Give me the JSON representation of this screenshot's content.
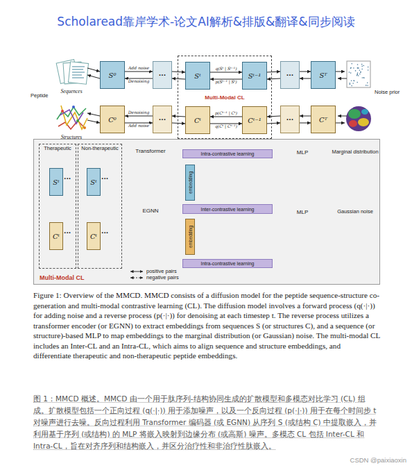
{
  "diagram": {
    "title": "Scholaread靠岸学术-论文AI解析&排版&翻译&同步阅读",
    "caption": "Figure 1: Overview of the MMCD. MMCD consists of a diffusion model for the peptide sequence-structure co-generation and multi-modal contrastive learning (CL). The diffusion model involves a forward process (q(·|·)) for adding noise and a reverse process (p(·|·)) for denoising at each timestep t. The reverse process utilizes a transformer encoder (or EGNN) to extract embeddings from sequences S (or structures C), and a sequence (or structure)-based MLP to map embeddings to the marginal distribution (or Gaussian) noise. The multi-modal CL includes an Inter-CL and an Intra-CL, which aims to align sequence and structure embeddings, and differentiate therapeutic and non-therapeutic peptide embeddings.",
    "nodes": [
      {
        "text": [
          "Sequences"
        ]
      },
      {
        "text": [
          "S⁰"
        ]
      },
      {
        "text": [
          "···"
        ]
      },
      {
        "text": [
          "Multi-Modal CL"
        ]
      },
      {
        "text": [
          "Sᵗ"
        ],
        "in": 3
      },
      {
        "text": [
          "Sᵗ⁻¹"
        ],
        "in": 3
      },
      {
        "text": [
          "···"
        ]
      },
      {
        "text": [
          "Sᵀ"
        ]
      },
      {
        "text": [
          "Structures"
        ]
      },
      {
        "text": [
          "C⁰"
        ]
      },
      {
        "text": [
          "···"
        ]
      },
      {
        "text": [
          "Cᵗ"
        ],
        "in": 3
      },
      {
        "text": [
          "Cᵗ⁻¹"
        ],
        "in": 3
      },
      {
        "text": [
          "···"
        ]
      },
      {
        "text": [
          "Cᵀ"
        ]
      },
      {
        "text": [
          "Multi-Modal CL"
        ]
      },
      {
        "text": [
          "Therapeutic"
        ],
        "in": 15
      },
      {
        "text": [
          "Sᵗ"
        ],
        "in": 16
      },
      {
        "text": [
          "Cᵗ"
        ],
        "in": 16
      },
      {
        "text": [
          "Non-therapeutic"
        ],
        "in": 15
      },
      {
        "text": [
          "Sᵗ"
        ],
        "in": 19
      },
      {
        "text": [
          "Cᵗ"
        ],
        "in": 19
      },
      {
        "text": [
          "Transformer"
        ],
        "in": 15
      },
      {
        "text": [
          "EGNN"
        ],
        "in": 15
      },
      {
        "text": [
          "Intra-contrastive learning"
        ],
        "in": 15
      },
      {
        "text": [
          "embedding"
        ],
        "in": 15
      },
      {
        "text": [
          "Inter-contrastive learning"
        ],
        "in": 15
      },
      {
        "text": [
          "embedding"
        ],
        "in": 15
      },
      {
        "text": [
          "Intra-contrastive learning"
        ],
        "in": 15
      },
      {
        "text": [
          "MLP"
        ],
        "in": 15
      },
      {
        "text": [
          "MLP"
        ],
        "in": 15
      },
      {
        "text": [
          "Marginal distribution"
        ],
        "in": 15
      },
      {
        "text": [
          "Gaussian noise"
        ],
        "in": 15
      }
    ],
    "edges": [
      {
        "from": 0,
        "to": 1,
        "arrow": "to"
      },
      {
        "from": 1,
        "to": 0,
        "arrow": "to"
      },
      {
        "from": 1,
        "to": 2,
        "arrow": "to",
        "label": "Add noise"
      },
      {
        "from": 2,
        "to": 1,
        "arrow": "to",
        "label": "Denoising"
      },
      {
        "from": 2,
        "to": 4,
        "arrow": "to"
      },
      {
        "from": 4,
        "to": 2,
        "arrow": "to"
      },
      {
        "from": 4,
        "to": 5,
        "arrow": "to",
        "label": "q(Sᵗ | Sᵗ⁻¹)"
      },
      {
        "from": 5,
        "to": 4,
        "arrow": "to",
        "label": "p(Sᵗ⁻¹ | Sᵗ)"
      },
      {
        "from": 5,
        "to": 6,
        "arrow": "to"
      },
      {
        "from": 6,
        "to": 5,
        "arrow": "to"
      },
      {
        "from": 6,
        "to": 7,
        "arrow": "to"
      },
      {
        "from": 7,
        "to": 6,
        "arrow": "to"
      },
      {
        "from": 8,
        "to": 9,
        "arrow": "to"
      },
      {
        "from": 9,
        "to": 8,
        "arrow": "to"
      },
      {
        "from": 9,
        "to": 10,
        "arrow": "to",
        "label": "Add noise"
      },
      {
        "from": 10,
        "to": 9,
        "arrow": "to",
        "label": "Denoising"
      },
      {
        "from": 10,
        "to": 11,
        "arrow": "to"
      },
      {
        "from": 11,
        "to": 10,
        "arrow": "to"
      },
      {
        "from": 11,
        "to": 12,
        "arrow": "to",
        "label": "q(Cᵗ | Cᵗ⁻¹)"
      },
      {
        "from": 12,
        "to": 11,
        "arrow": "to",
        "label": "p(Cᵗ⁻¹ | Cᵗ)"
      },
      {
        "from": 12,
        "to": 13,
        "arrow": "to"
      },
      {
        "from": 13,
        "to": 12,
        "arrow": "to"
      },
      {
        "from": 13,
        "to": 14,
        "arrow": "to"
      },
      {
        "from": 14,
        "to": 13,
        "arrow": "to"
      },
      {
        "from": 20,
        "to": 22,
        "arrow": "to"
      },
      {
        "from": 21,
        "to": 23,
        "arrow": "to"
      },
      {
        "from": 22,
        "to": 25,
        "arrow": "to"
      },
      {
        "from": 23,
        "to": 27,
        "arrow": "to"
      },
      {
        "from": 25,
        "to": 29,
        "arrow": "to"
      },
      {
        "from": 27,
        "to": 30,
        "arrow": "to"
      },
      {
        "from": 29,
        "to": 31,
        "arrow": "to"
      },
      {
        "from": 30,
        "to": 32,
        "arrow": "to"
      }
    ],
    "labels": [
      "Peptide",
      "Noise prior",
      "···",
      "···",
      "···",
      "···",
      "图 1：MMCD 概述。MMCD 由一个用于肽序列-结构协同生成的扩散模型和多模态对比学习 (CL) 组成。扩散模型包括一个正向过程 (q(·|·)) 用于添加噪声，以及一个反向过程 (p(·|·)) 用于在每个时间步 t 对噪声进行去噪。反向过程利用 Transformer 编码器 (或 EGNN) 从序列 S (或结构 C) 中提取嵌入，并利用基于序列 (或结构) 的 MLP 将嵌入映射到边缘分布 (或高斯) 噪声。多模态 CL 包括 Inter-CL 和 Intra-CL，旨在对齐序列和结构嵌入，并区分治疗性和非治疗性肽嵌入。",
      "CSDN @paixiaoxin"
    ],
    "legend": [
      {
        "text": "positive pairs"
      },
      {
        "text": "negative pairs"
      }
    ]
  }
}
